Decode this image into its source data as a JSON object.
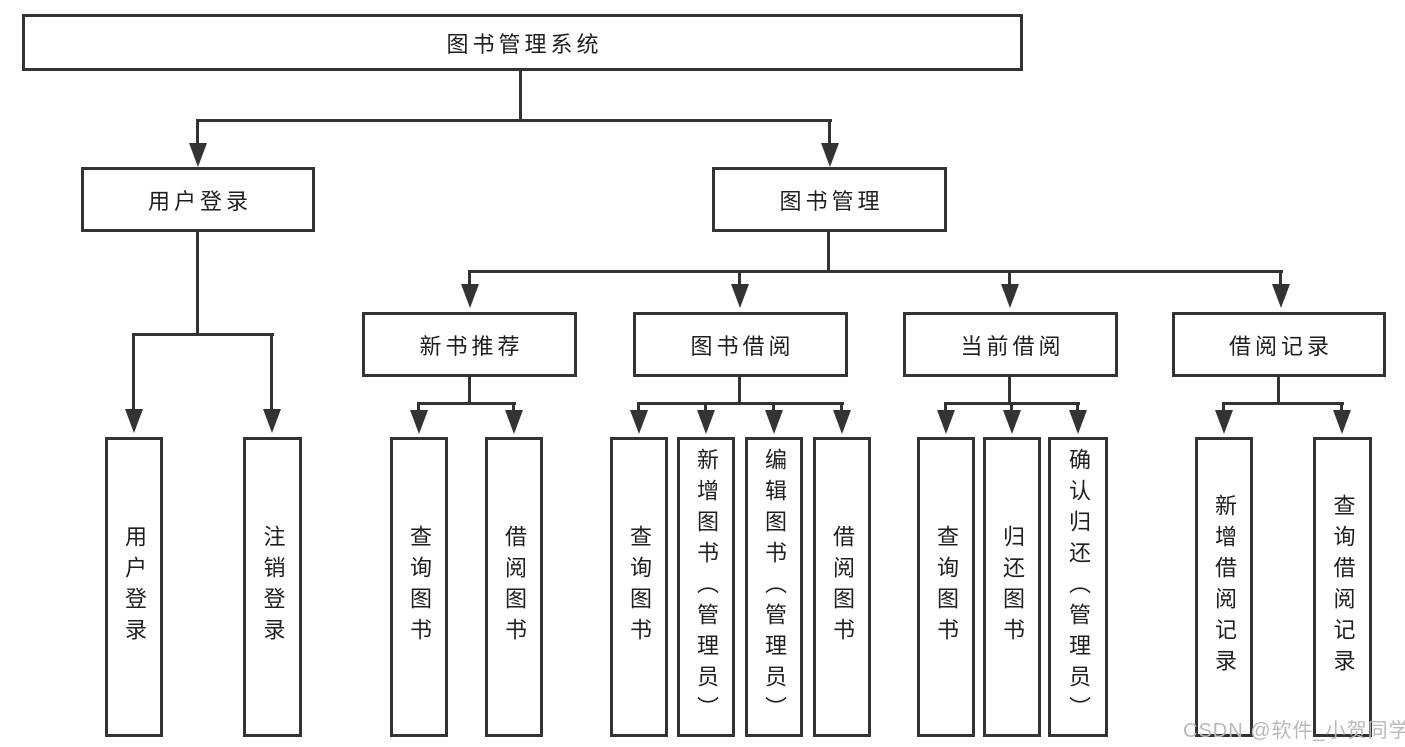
{
  "tree": {
    "root": {
      "label": "图书管理系统"
    },
    "branches": [
      {
        "label": "用户登录",
        "children": [
          {
            "label": "用户登录"
          },
          {
            "label": "注销登录"
          }
        ]
      },
      {
        "label": "图书管理",
        "children": [
          {
            "label": "新书推荐",
            "children": [
              {
                "label": "查询图书"
              },
              {
                "label": "借阅图书"
              }
            ]
          },
          {
            "label": "图书借阅",
            "children": [
              {
                "label": "查询图书"
              },
              {
                "label": "新增图书（管理员）"
              },
              {
                "label": "编辑图书（管理员）"
              },
              {
                "label": "借阅图书"
              }
            ]
          },
          {
            "label": "当前借阅",
            "children": [
              {
                "label": "查询图书"
              },
              {
                "label": "归还图书"
              },
              {
                "label": "确认归还（管理员）"
              }
            ]
          },
          {
            "label": "借阅记录",
            "children": [
              {
                "label": "新增借阅记录"
              },
              {
                "label": "查询借阅记录"
              }
            ]
          }
        ]
      }
    ]
  },
  "watermark": {
    "text": "CSDN @软件_小贺同学"
  },
  "colors": {
    "line": "#333333",
    "text": "#1f1f1f",
    "watermark": "#b9b9b9",
    "background": "#ffffff"
  }
}
